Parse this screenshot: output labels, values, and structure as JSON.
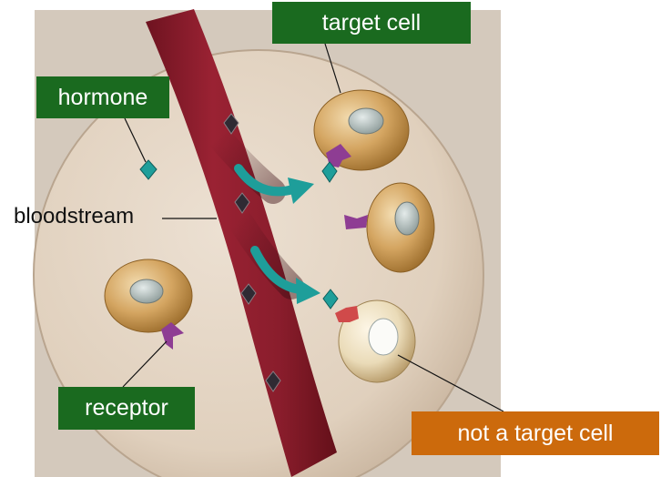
{
  "labels": {
    "target_cell": "target cell",
    "hormone": "hormone",
    "bloodstream": "bloodstream",
    "receptor": "receptor",
    "not_target_cell": "not a target cell"
  },
  "colors": {
    "label_green": "#1a6a1f",
    "label_orange": "#cc6a0c",
    "panel_bg": "#d4c9bc",
    "cell_disc": "#e3d4c2",
    "blood_vessel": "#8a1d2c",
    "hormone_teal": "#1e9e9a",
    "receptor_purple": "#8e3d93",
    "receptor_red": "#d04a4a",
    "target_cell": "#cf9d52",
    "non_target_cell": "#efe2c6"
  }
}
